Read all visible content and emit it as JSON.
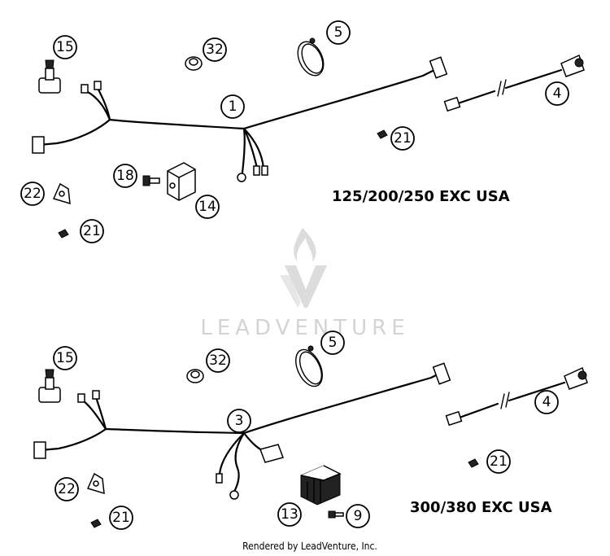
{
  "watermark": {
    "text": "LEADVENTURE"
  },
  "credit": "Rendered by LeadVenture, Inc.",
  "sections": [
    {
      "label": "125/200/250 EXC USA"
    },
    {
      "label": "300/380 EXC USA"
    }
  ],
  "callouts": {
    "top": [
      "15",
      "32",
      "5",
      "1",
      "4",
      "21",
      "18",
      "14",
      "22",
      "21"
    ],
    "bottom": [
      "15",
      "32",
      "5",
      "3",
      "4",
      "21",
      "22",
      "13",
      "9",
      "21"
    ]
  }
}
